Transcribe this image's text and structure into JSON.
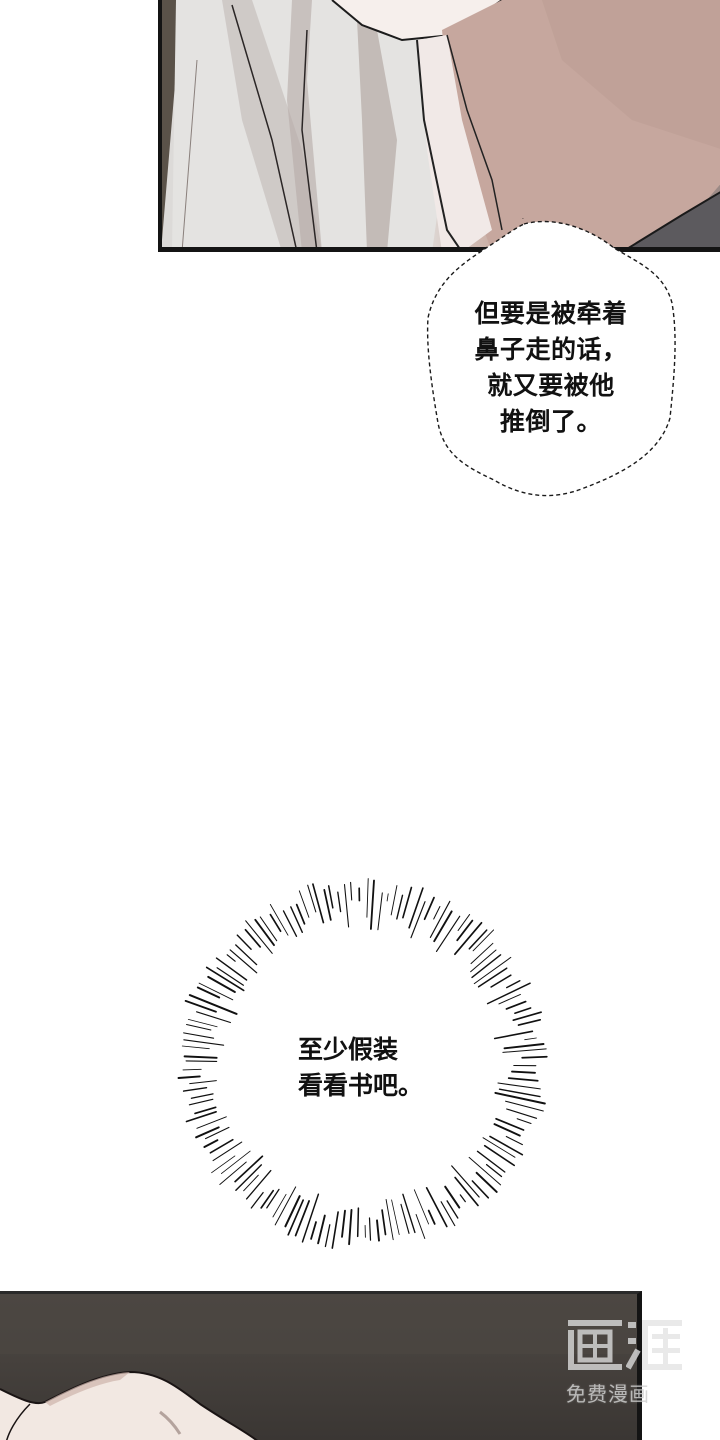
{
  "panels": {
    "top": {
      "description": "Close-up of a character in a white shirt with skin-toned neck/shoulder",
      "colors": {
        "shirt": "#e2e1df",
        "skin": "#c4a69c",
        "border": "#141414"
      }
    },
    "bottom": {
      "description": "Dark background with pale skin-toned shape in lower-left",
      "colors": {
        "background": "#47423e",
        "skin": "#f1e7e1",
        "border": "#141414"
      }
    }
  },
  "speech_bubble": {
    "style": "dashed-outline",
    "lines": [
      "但要是被牵着",
      "鼻子走的话，",
      "就又要被他",
      "推倒了。"
    ]
  },
  "burst_bubble": {
    "style": "radial-lines",
    "lines": [
      "至少假装",
      "看看书吧。"
    ]
  },
  "watermark": {
    "logo_text": "画涯",
    "subtitle": "免费漫画"
  }
}
